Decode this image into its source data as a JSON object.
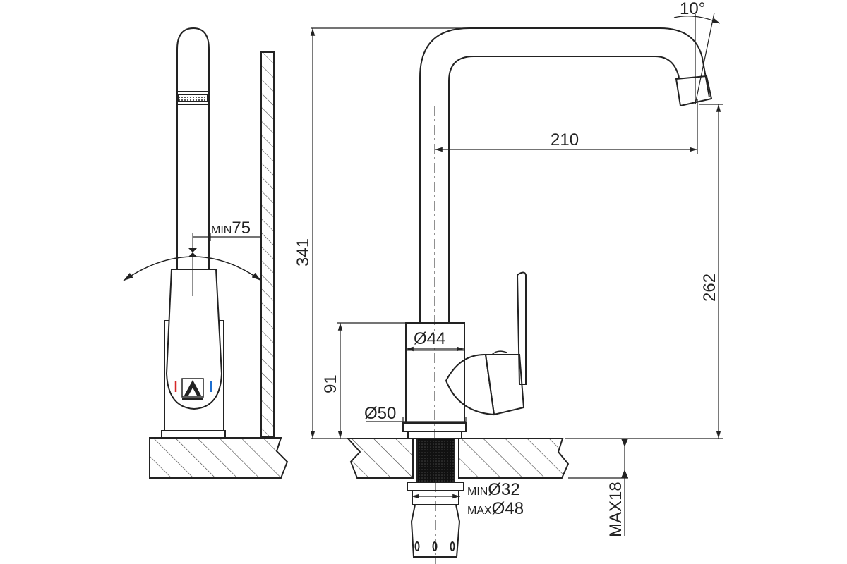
{
  "dimensions": {
    "angle": "10°",
    "reach": "210",
    "total_height": "341",
    "spout_height": "262",
    "body_height": "91",
    "body_diameter": "Ø44",
    "base_diameter": "Ø50",
    "wall_clearance_prefix": "MIN",
    "wall_clearance_value": "75",
    "hole_min_prefix": "MIN",
    "hole_min_value": "Ø32",
    "hole_max_prefix": "MAX",
    "hole_max_value": "Ø48",
    "counter_thickness": "MAX18"
  },
  "colors": {
    "line": "#222222",
    "hatch": "#444444",
    "hot_mark": "#d62828",
    "cold_mark": "#1d6fd1"
  },
  "icons": {
    "brand_logo": "brand-logo-icon"
  }
}
